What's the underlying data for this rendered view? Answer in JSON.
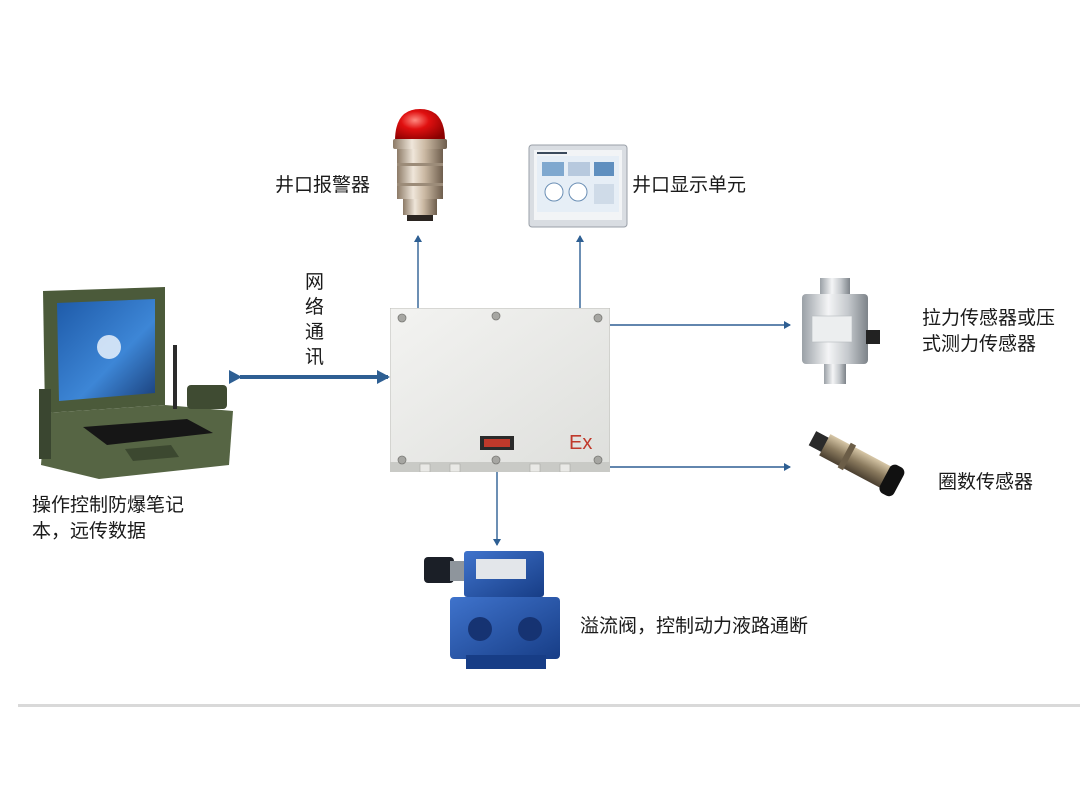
{
  "labels": {
    "alarm": "井口报警器",
    "display": "井口显示单元",
    "network": [
      "网",
      "络",
      "通",
      "讯"
    ],
    "laptop": [
      "操作控制防爆笔记",
      "本，远传数据"
    ],
    "tension": [
      "拉力传感器或压",
      "式测力传感器"
    ],
    "turns": "圈数传感器",
    "valve": "溢流阀，控制动力液路通断",
    "ex_mark": "Ex"
  },
  "colors": {
    "arrow": "#2e5f93",
    "ex_red": "#c0392b",
    "laptop_green": "#4b5a3a",
    "valve_blue": "#1f4fa6",
    "box_gray": "#e8e8e6"
  }
}
